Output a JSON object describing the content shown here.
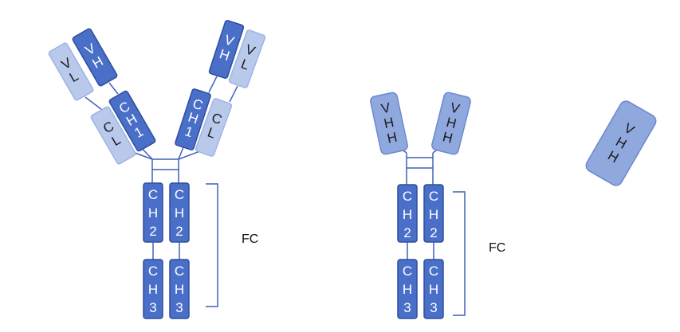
{
  "colors": {
    "heavy_dark": "#4a6fc8",
    "light_chain": "#b9c9ec",
    "vhh": "#8fa8dd",
    "line": "#3f62b8"
  },
  "labels": {
    "VH": [
      "V",
      "H"
    ],
    "VL": [
      "V",
      "L"
    ],
    "CL": [
      "C",
      "L"
    ],
    "CH1": [
      "C",
      "H",
      "1"
    ],
    "CH2": [
      "C",
      "H",
      "2"
    ],
    "CH3": [
      "C",
      "H",
      "3"
    ],
    "VHH": [
      "V",
      "H",
      "H"
    ],
    "fc": "FC"
  }
}
